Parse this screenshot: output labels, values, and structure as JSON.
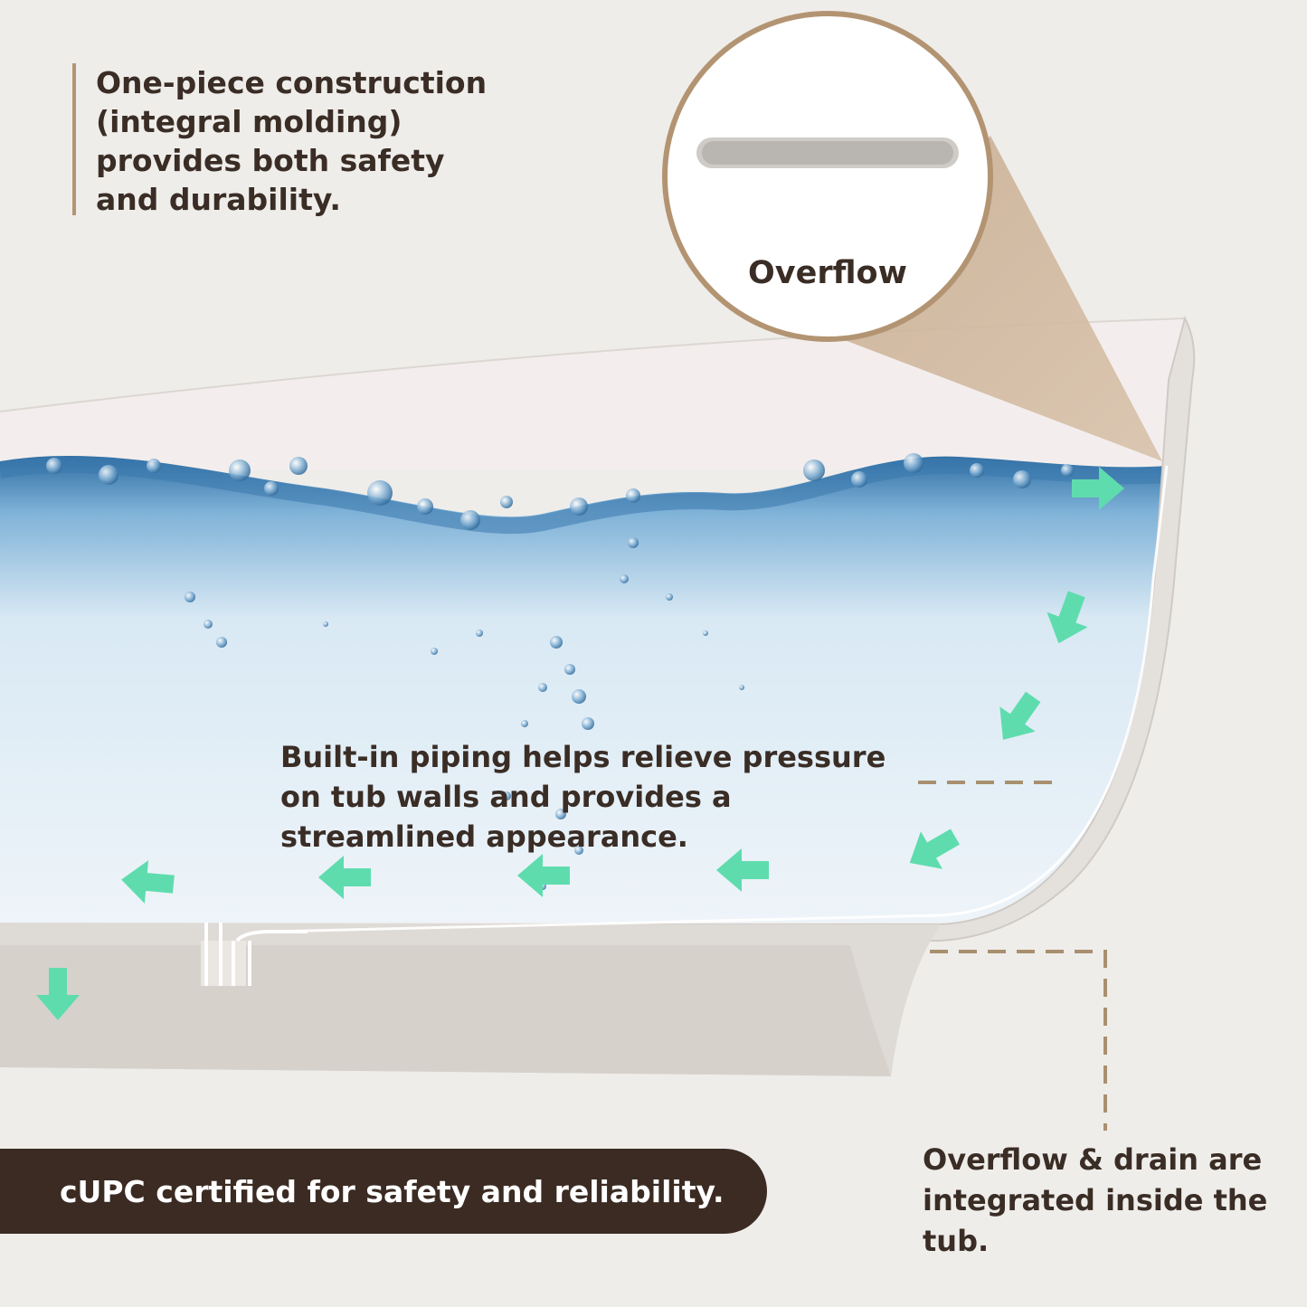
{
  "intro": {
    "text": "One-piece construction (integral molding) provides both safety and durability."
  },
  "callout": {
    "overflow_label": "Overflow"
  },
  "piping": {
    "text": "Built-in piping helps relieve pressure on tub walls and provides a streamlined appearance."
  },
  "drain": {
    "text": "Overflow & drain are integrated inside the tub."
  },
  "certification": {
    "text": "cUPC certified for safety and reliability."
  },
  "colors": {
    "background": "#efedea",
    "accent_tan": "#b39472",
    "dark_brown": "#3b2b23",
    "arrow_green": "#5fdcae",
    "water_blue": "#5f97c4"
  }
}
